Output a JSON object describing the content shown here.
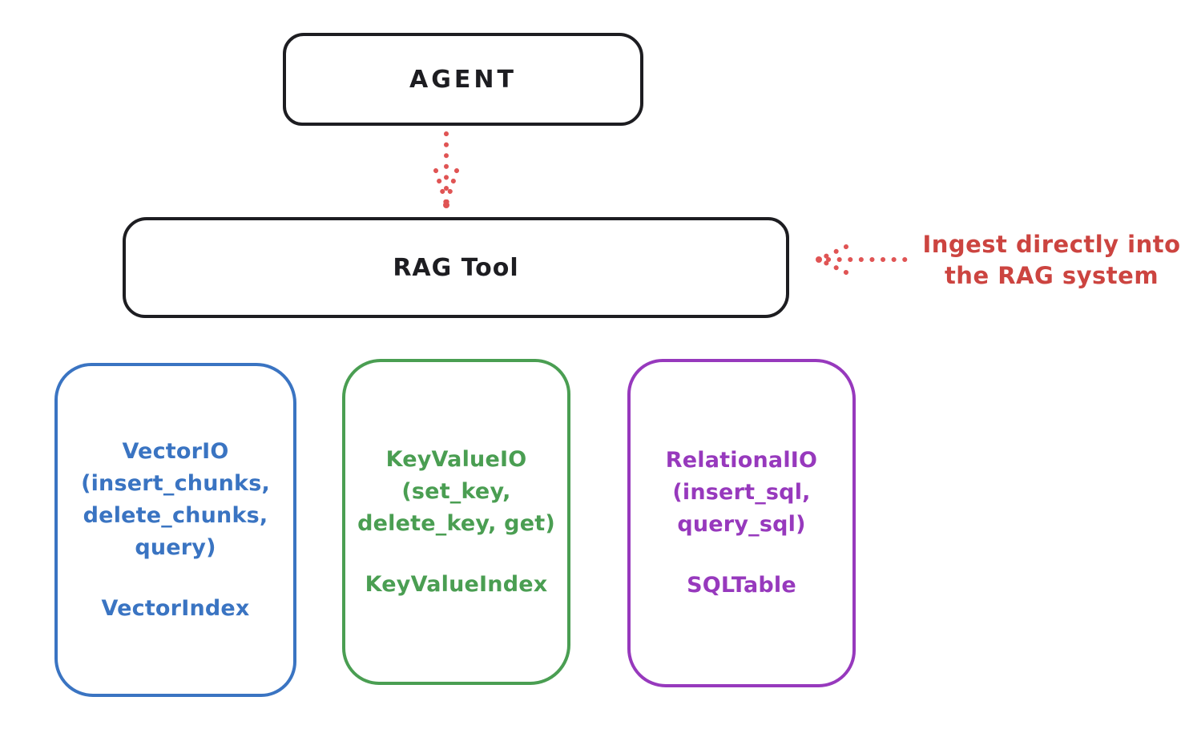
{
  "diagram": {
    "agent_box": {
      "label": "AGENT"
    },
    "rag_tool_box": {
      "label": "RAG Tool"
    },
    "annotation": {
      "text_line1": "Ingest directly into",
      "text_line2": "the RAG system"
    },
    "io_boxes": [
      {
        "name": "vector-io",
        "lines": [
          "VectorIO",
          "(insert_chunks,",
          "delete_chunks,",
          "query)"
        ],
        "index_label": "VectorIndex",
        "color": "#3a74c2"
      },
      {
        "name": "keyvalue-io",
        "lines": [
          "KeyValueIO",
          "(set_key,",
          "delete_key, get)"
        ],
        "index_label": "KeyValueIndex",
        "color": "#4a9e52"
      },
      {
        "name": "relational-io",
        "lines": [
          "RelationalIO",
          "(insert_sql,",
          "query_sql)"
        ],
        "index_label": "SQLTable",
        "color": "#9739bd"
      }
    ],
    "colors": {
      "outline_black": "#1d1d21",
      "annotation_red": "#cc4440",
      "arrow_red": "#e05454",
      "background": "#ffffff"
    }
  }
}
